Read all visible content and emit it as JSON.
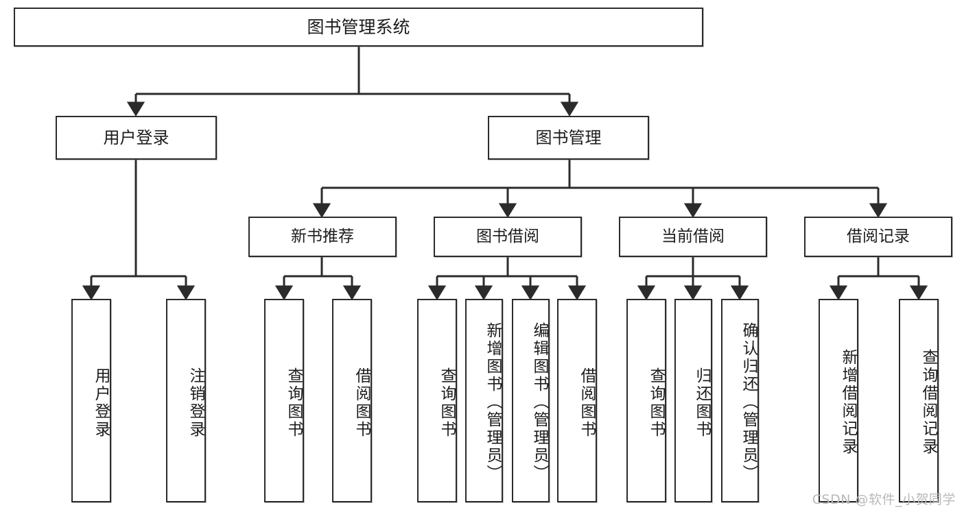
{
  "diagram": {
    "title": "图书管理系统",
    "type": "tree",
    "watermark": "CSDN @软件_小贺同学",
    "colors": {
      "box_border": "#2b2b2b",
      "box_fill": "#ffffff",
      "connector": "#2b2b2b",
      "text": "#1c1c1c",
      "watermark": "#b9b9b9"
    },
    "nodes": {
      "root": {
        "label": "图书管理系统",
        "level": 1
      },
      "user_login": {
        "label": "用户登录",
        "level": 2
      },
      "book_manage": {
        "label": "图书管理",
        "level": 2
      },
      "new_book_rec": {
        "label": "新书推荐",
        "level": 3
      },
      "book_borrow": {
        "label": "图书借阅",
        "level": 3
      },
      "current_borrow": {
        "label": "当前借阅",
        "level": 3
      },
      "borrow_record": {
        "label": "借阅记录",
        "level": 3
      },
      "leaf_user_login": {
        "label": "用户登录",
        "level": 4
      },
      "leaf_user_logout": {
        "label": "注销登录",
        "level": 4
      },
      "leaf_rec_query": {
        "label": "查询图书",
        "level": 4
      },
      "leaf_rec_borrow": {
        "label": "借阅图书",
        "level": 4
      },
      "leaf_bb_query": {
        "label": "查询图书",
        "level": 4
      },
      "leaf_bb_add": {
        "label": "新增图书（管理员）",
        "level": 4
      },
      "leaf_bb_edit": {
        "label": "编辑图书（管理员）",
        "level": 4
      },
      "leaf_bb_borrow": {
        "label": "借阅图书",
        "level": 4
      },
      "leaf_cb_query": {
        "label": "查询图书",
        "level": 4
      },
      "leaf_cb_return": {
        "label": "归还图书",
        "level": 4
      },
      "leaf_cb_confirm": {
        "label": "确认归还（管理员）",
        "level": 4
      },
      "leaf_br_add": {
        "label": "新增借阅记录",
        "level": 4
      },
      "leaf_br_query": {
        "label": "查询借阅记录",
        "level": 4
      }
    },
    "edges": [
      {
        "from": "root",
        "to": "user_login"
      },
      {
        "from": "root",
        "to": "book_manage"
      },
      {
        "from": "user_login",
        "to": "leaf_user_login"
      },
      {
        "from": "user_login",
        "to": "leaf_user_logout"
      },
      {
        "from": "book_manage",
        "to": "new_book_rec"
      },
      {
        "from": "book_manage",
        "to": "book_borrow"
      },
      {
        "from": "book_manage",
        "to": "current_borrow"
      },
      {
        "from": "book_manage",
        "to": "borrow_record"
      },
      {
        "from": "new_book_rec",
        "to": "leaf_rec_query"
      },
      {
        "from": "new_book_rec",
        "to": "leaf_rec_borrow"
      },
      {
        "from": "book_borrow",
        "to": "leaf_bb_query"
      },
      {
        "from": "book_borrow",
        "to": "leaf_bb_add"
      },
      {
        "from": "book_borrow",
        "to": "leaf_bb_edit"
      },
      {
        "from": "book_borrow",
        "to": "leaf_bb_borrow"
      },
      {
        "from": "current_borrow",
        "to": "leaf_cb_query"
      },
      {
        "from": "current_borrow",
        "to": "leaf_cb_return"
      },
      {
        "from": "current_borrow",
        "to": "leaf_cb_confirm"
      },
      {
        "from": "borrow_record",
        "to": "leaf_br_add"
      },
      {
        "from": "borrow_record",
        "to": "leaf_br_query"
      }
    ]
  }
}
